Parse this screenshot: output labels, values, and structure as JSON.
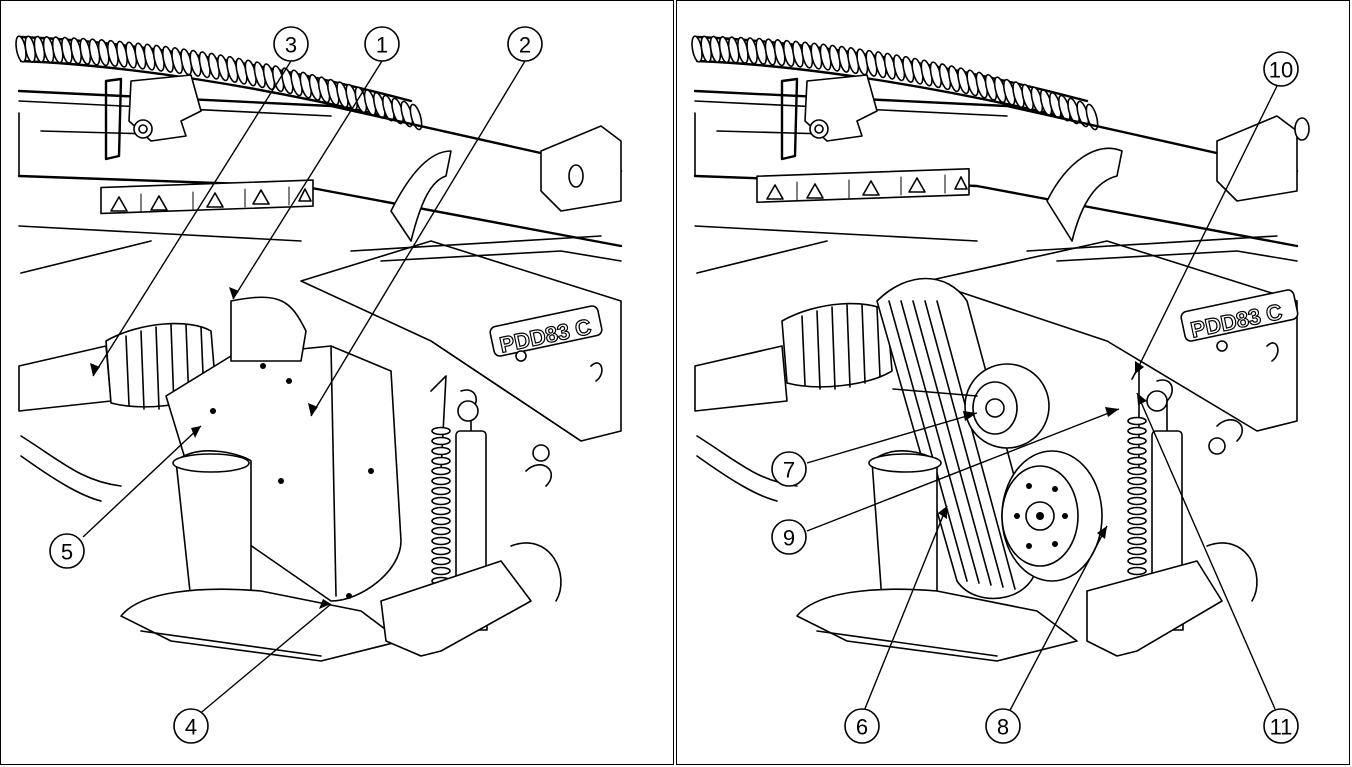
{
  "figure": {
    "left_panel": {
      "callouts": [
        "1",
        "2",
        "3",
        "4",
        "5"
      ],
      "model_plate": "PDD83 C"
    },
    "right_panel": {
      "callouts": [
        "6",
        "7",
        "8",
        "9",
        "10",
        "11"
      ],
      "model_plate": "PDD83 C"
    }
  }
}
